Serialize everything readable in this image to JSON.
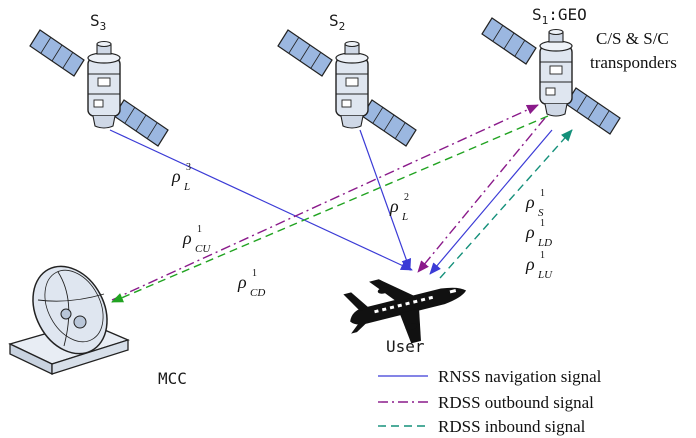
{
  "satellites": {
    "s3": {
      "name": "S",
      "sub": "3"
    },
    "s2": {
      "name": "S",
      "sub": "2"
    },
    "s1": {
      "name": "S",
      "sub": "1",
      "suffix": ":GEO"
    }
  },
  "transponder_note": [
    "C/S & S/C",
    "transponders"
  ],
  "labels": {
    "user": "User",
    "mcc": "MCC"
  },
  "ranges": [
    {
      "id": "rho-l3",
      "sym": "ρ",
      "sup": "3",
      "sub": "L"
    },
    {
      "id": "rho-l2",
      "sym": "ρ",
      "sup": "2",
      "sub": "L"
    },
    {
      "id": "rho-cu1",
      "sym": "ρ",
      "sup": "1",
      "sub": "CU"
    },
    {
      "id": "rho-cd1",
      "sym": "ρ",
      "sup": "1",
      "sub": "CD"
    },
    {
      "id": "rho-s1",
      "sym": "ρ",
      "sup": "1",
      "sub": "S"
    },
    {
      "id": "rho-ld1",
      "sym": "ρ",
      "sup": "1",
      "sub": "LD"
    },
    {
      "id": "rho-lu1",
      "sym": "ρ",
      "sup": "1",
      "sub": "LU"
    }
  ],
  "legend": [
    {
      "label": "RNSS navigation signal",
      "color": "#3b3bd6",
      "style": "solid"
    },
    {
      "label": "RDSS  outbound signal",
      "color": "#8a1a8a",
      "style": "dashdot"
    },
    {
      "label": "RDSS  inbound signal",
      "color": "#14907a",
      "style": "dashed"
    }
  ],
  "colors": {
    "rnss": "#3b3bd6",
    "outbound": "#8a1a8a",
    "inbound_user": "#14907a",
    "inbound_mcc": "#21a321",
    "satellite_body": "#dfe6f0",
    "panel": "#9bb7e0"
  },
  "icons": [
    "satellite-icon",
    "airplane-icon",
    "dish-antenna-icon"
  ]
}
